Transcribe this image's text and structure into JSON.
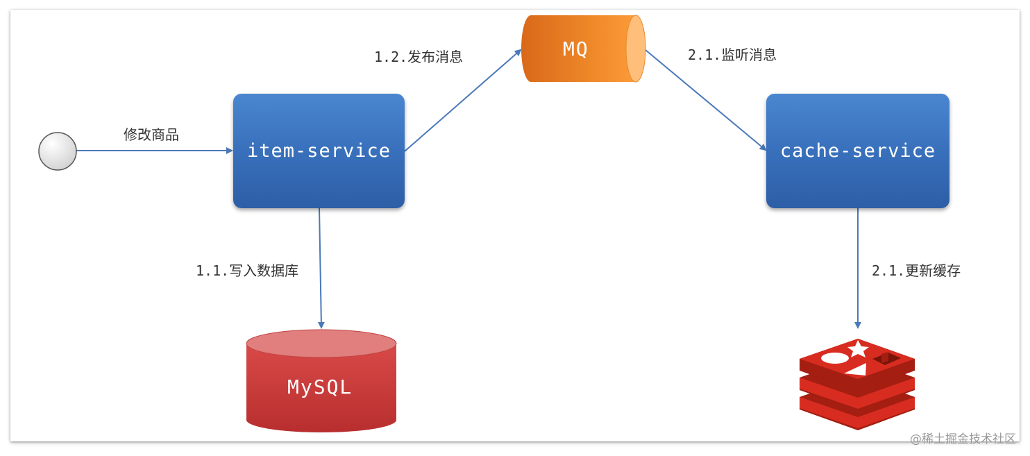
{
  "nodes": {
    "item_service": "item-service",
    "cache_service": "cache-service",
    "mq": "MQ",
    "mysql": "MySQL"
  },
  "edges": {
    "modify_product": "修改商品",
    "write_db": "1.1.写入数据库",
    "publish_msg": "1.2.发布消息",
    "listen_msg": "2.1.监听消息",
    "update_cache": "2.1.更新缓存"
  },
  "icons": {
    "start": "start-node-icon",
    "redis": "redis-logo-icon"
  },
  "watermark": "@稀土掘金技术社区",
  "colors": {
    "service_box": "#3a72be",
    "mq": "#f28c28",
    "mysql": "#c83a3a",
    "redis": "#d82c20",
    "arrow": "#4a78b8"
  }
}
